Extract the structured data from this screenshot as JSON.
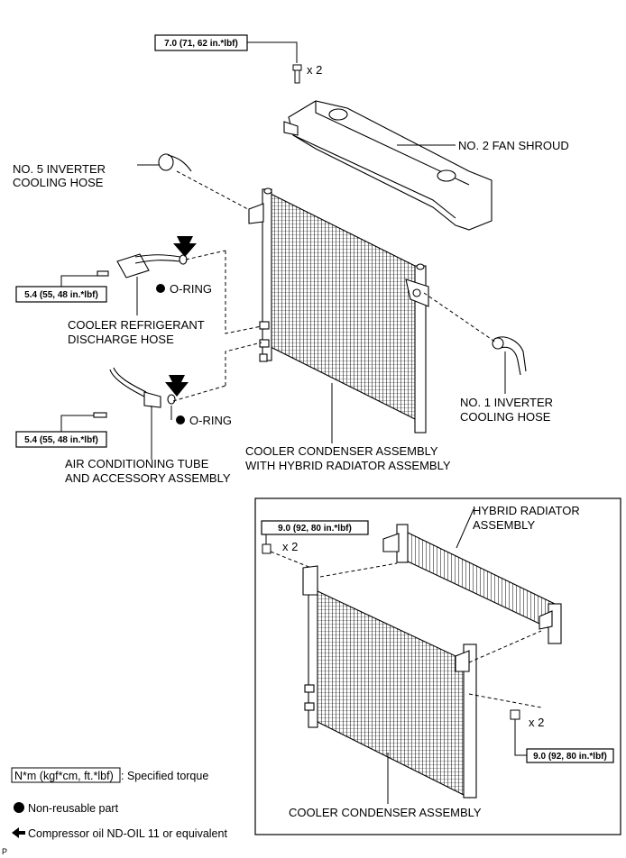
{
  "torque": {
    "shroud": "7.0 (71, 62 in.*lbf)",
    "discharge": "5.4 (55, 48 in.*lbf)",
    "ac_tube": "5.4 (55, 48 in.*lbf)",
    "hybrid": "9.0 (92, 80 in.*lbf)",
    "condenser": "9.0 (92, 80 in.*lbf)"
  },
  "qty": {
    "shroud": "x 2",
    "hybrid": "x 2",
    "condenser": "x 2"
  },
  "labels": {
    "fan_shroud": "NO. 2 FAN SHROUD",
    "inv5_line1": "NO. 5 INVERTER",
    "inv5_line2": "COOLING HOSE",
    "oring": "O-RING",
    "discharge_line1": "COOLER REFRIGERANT",
    "discharge_line2": "DISCHARGE HOSE",
    "inv1_line1": "NO. 1 INVERTER",
    "inv1_line2": "COOLING HOSE",
    "actube_line1": "AIR CONDITIONING TUBE",
    "actube_line2": "AND ACCESSORY ASSEMBLY",
    "cond_line1": "COOLER CONDENSER ASSEMBLY",
    "cond_line2": "WITH HYBRID RADIATOR ASSEMBLY",
    "hybrid_line1": "HYBRID RADIATOR",
    "hybrid_line2": "ASSEMBLY",
    "condenser_only": "COOLER CONDENSER ASSEMBLY"
  },
  "legend": {
    "torque_box": "N*m (kgf*cm, ft.*lbf)",
    "torque_text": ": Specified torque",
    "nonreusable": "Non-reusable part",
    "oil": "Compressor oil ND-OIL 11 or equivalent"
  },
  "corner_mark": "P"
}
